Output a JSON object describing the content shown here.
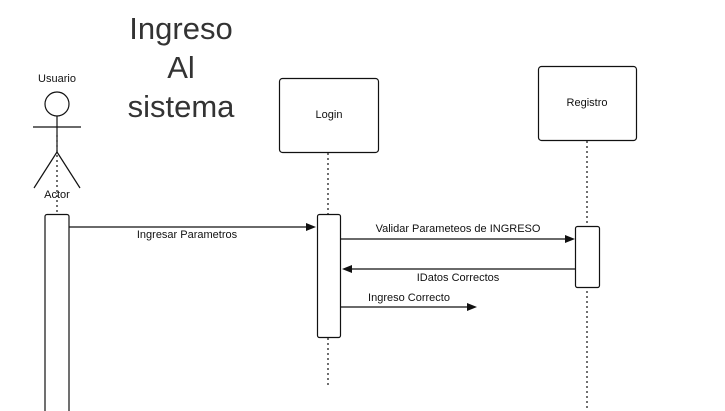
{
  "title": {
    "lines": [
      "Ingreso",
      "Al",
      "sistema"
    ]
  },
  "actor": {
    "name": "Usuario",
    "role_label": "Actor"
  },
  "participants": {
    "login": "Login",
    "registro": "Registro"
  },
  "messages": {
    "ingresar_parametros": "Ingresar Parametros",
    "validar_parametros": "Validar Parameteos de INGRESO",
    "datos_correctos": "IDatos Correctos",
    "ingreso_correcto": "Ingreso Correcto"
  }
}
